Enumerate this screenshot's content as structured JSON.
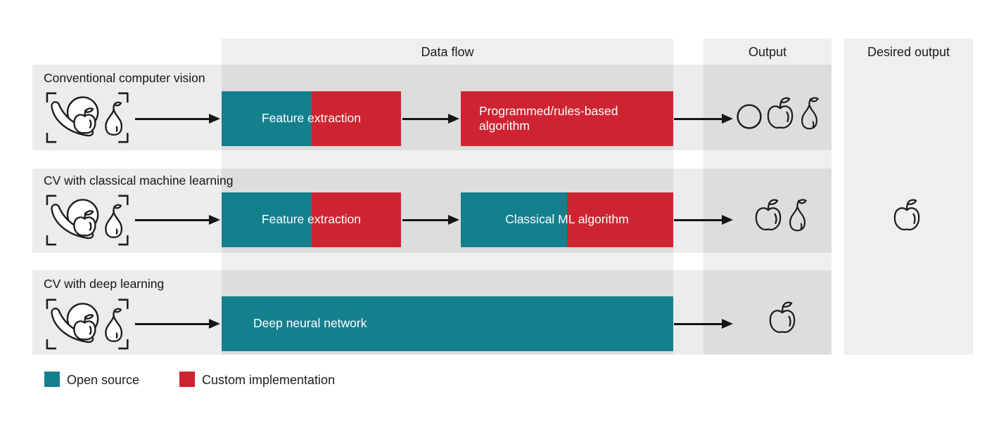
{
  "columns": {
    "data_flow": "Data flow",
    "output": "Output",
    "desired_output": "Desired output"
  },
  "rows": [
    {
      "label": "Conventional computer vision",
      "input_icon": "framed-fruits-icon",
      "stages": [
        {
          "label": "Feature extraction",
          "segments": [
            "open-source",
            "custom"
          ]
        },
        {
          "label": "Programmed/rules-based algorithm",
          "segments": [
            "custom"
          ]
        }
      ],
      "output_icons": [
        "orange-icon",
        "apple-icon",
        "pear-icon"
      ]
    },
    {
      "label": "CV with classical machine learning",
      "input_icon": "framed-fruits-icon",
      "stages": [
        {
          "label": "Feature extraction",
          "segments": [
            "open-source",
            "custom"
          ]
        },
        {
          "label": "Classical ML algorithm",
          "segments": [
            "open-source",
            "custom"
          ]
        }
      ],
      "output_icons": [
        "apple-icon",
        "pear-icon"
      ]
    },
    {
      "label": "CV with deep learning",
      "input_icon": "framed-fruits-icon",
      "stages": [
        {
          "label": "Deep neural network",
          "segments": [
            "open-source"
          ]
        }
      ],
      "output_icons": [
        "apple-icon"
      ]
    }
  ],
  "desired_output": {
    "icon": "apple-icon"
  },
  "legend": [
    {
      "label": "Open source",
      "color": "#14808E"
    },
    {
      "label": "Custom implementation",
      "color": "#CE2431"
    }
  ],
  "colors": {
    "open_source_teal": "#14808E",
    "custom_red": "#CE2431",
    "column_band": "#EFEFEF",
    "text": "#1C1C1C",
    "box_text": "#FFFFFF"
  }
}
